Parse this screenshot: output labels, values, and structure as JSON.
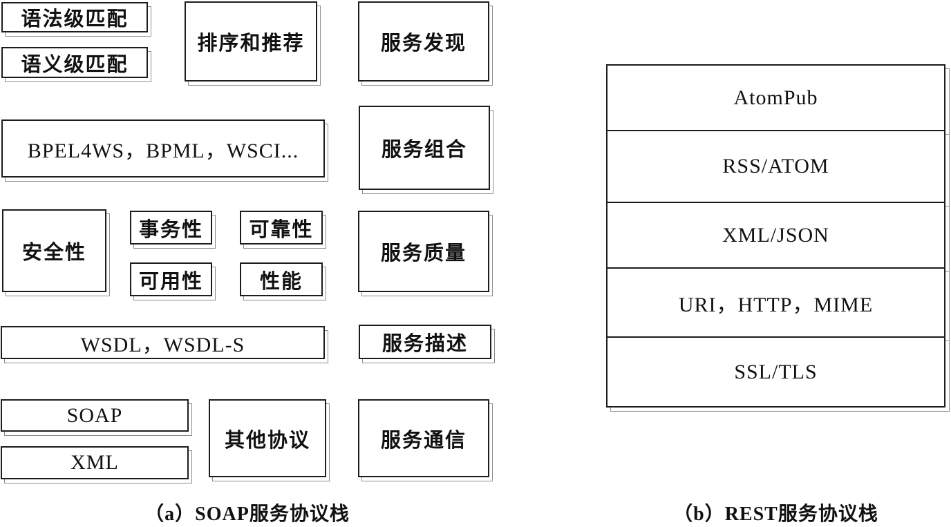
{
  "colors": {
    "background": "#ffffff",
    "line": "#1c1c1c",
    "shadow_line": "#8c8c8c",
    "text": "#111111"
  },
  "soap_stack": {
    "caption": "（a）SOAP服务协议栈",
    "boxes": {
      "syntax_match": "语法级匹配",
      "semantic_match": "语义级匹配",
      "ranking": "排序和推荐",
      "discovery": "服务发现",
      "orchestration": "BPEL4WS，BPML，WSCI...",
      "composition": "服务组合",
      "security": "安全性",
      "transaction": "事务性",
      "reliability": "可靠性",
      "availability": "可用性",
      "performance": "性能",
      "qos": "服务质量",
      "description_langs": "WSDL，WSDL-S",
      "description": "服务描述",
      "soap": "SOAP",
      "xml": "XML",
      "other_protocols": "其他协议",
      "communication": "服务通信"
    }
  },
  "rest_stack": {
    "caption": "（b）REST服务协议栈",
    "layers": [
      "AtomPub",
      "RSS/ATOM",
      "XML/JSON",
      "URI，HTTP，MIME",
      "SSL/TLS"
    ]
  }
}
